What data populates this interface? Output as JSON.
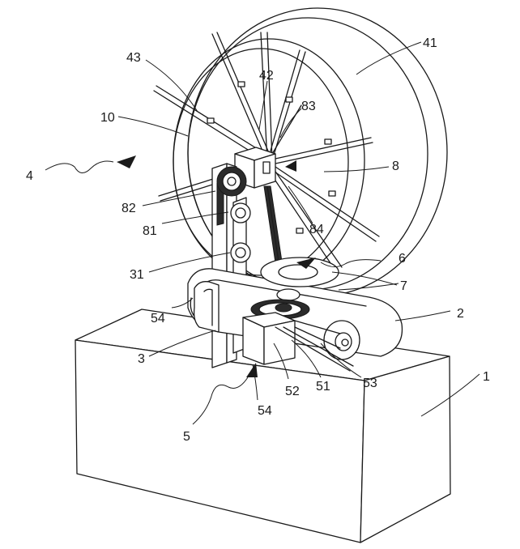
{
  "labels": {
    "l41": "41",
    "l43": "43",
    "l42": "42",
    "l83": "83",
    "l10": "10",
    "l4": "4",
    "l8": "8",
    "l82": "82",
    "l84": "84",
    "l81": "81",
    "l6": "6",
    "l31": "31",
    "l7": "7",
    "l54a": "54",
    "l2": "2",
    "l3": "3",
    "l51": "51",
    "l53": "53",
    "l52": "52",
    "l1": "1",
    "l54b": "54",
    "l5": "5"
  }
}
